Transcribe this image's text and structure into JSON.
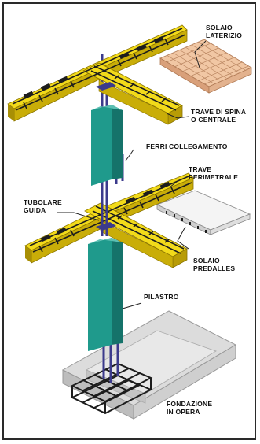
{
  "labels": {
    "solaio_laterizio": [
      "SOLAIO",
      "LATERIZIO"
    ],
    "trave_spina": [
      "TRAVE DI SPINA",
      "O CENTRALE"
    ],
    "ferri_collegamento": [
      "FERRI COLLEGAMENTO"
    ],
    "trave_perimetrale": [
      "TRAVE",
      "PERIMETRALE"
    ],
    "tubolare_guida": [
      "TUBOLARE",
      "GUIDA"
    ],
    "solaio_predalles": [
      "SOLAIO",
      "PREDALLES"
    ],
    "pilastro": [
      "PILASTRO"
    ],
    "fondazione": [
      "FONDAZIONE",
      "IN OPERA"
    ]
  },
  "colors": {
    "beam_top": "#f2da1a",
    "beam_side": "#c9ad08",
    "rebar": "#1d1d1d",
    "column_front": "#1f9a8c",
    "column_side": "#15736a",
    "rod": "#3b3a8c",
    "tile_slab": "#f1c7a4",
    "predalles": "#f2f2f2",
    "foundation": "#d8d8d8"
  }
}
